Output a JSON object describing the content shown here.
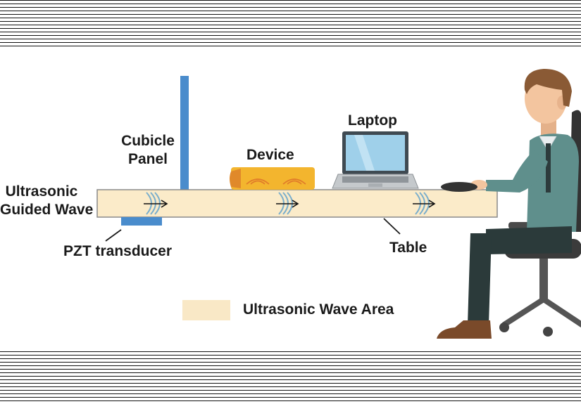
{
  "labels": {
    "ultrasonic_guided_wave_line1": "Ultrasonic",
    "ultrasonic_guided_wave_line2": "Guided Wave",
    "cubicle_panel_line1": "Cubicle",
    "cubicle_panel_line2": "Panel",
    "device": "Device",
    "laptop": "Laptop",
    "pzt_transducer": "PZT transducer",
    "table": "Table"
  },
  "legend": {
    "label": "Ultrasonic Wave Area",
    "swatch_color": "#f9e8c6"
  },
  "colors": {
    "table_fill": "#fbebc9",
    "panel_blue": "#4a8ccc",
    "device_yellow": "#f3b52e",
    "device_orange": "#e0892a",
    "laptop_screen": "#9fd0ea",
    "shirt": "#5f8f8c",
    "pants": "#2b3a3a",
    "skin": "#f3c59f",
    "hair": "#8a5a35",
    "chair": "#3b3b3b"
  },
  "icons": [
    "arrow-right-icon",
    "wave-arc-icon",
    "person-icon",
    "laptop-icon",
    "chair-icon"
  ]
}
